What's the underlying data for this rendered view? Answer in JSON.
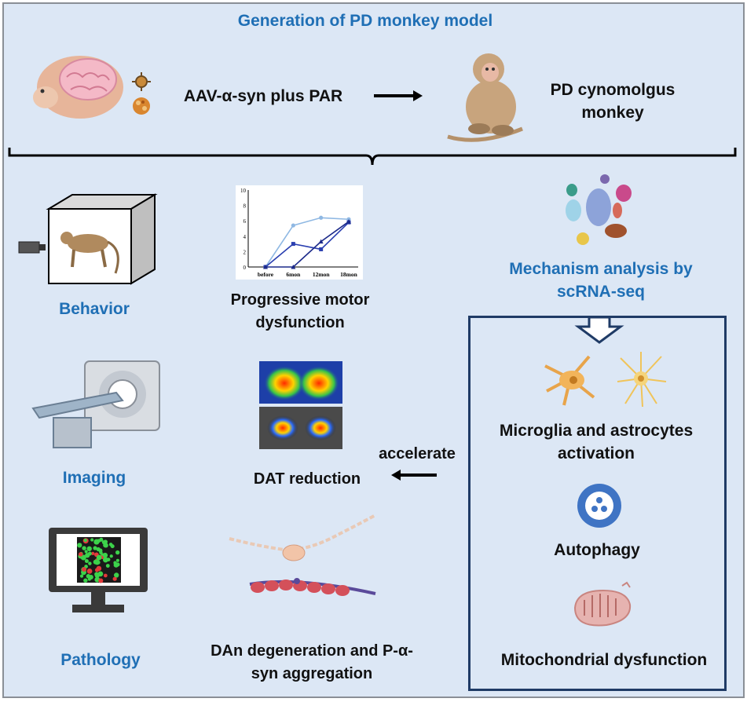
{
  "header": {
    "title": "Generation of PD monkey model"
  },
  "generation": {
    "method": "AAV-α-syn plus PAR",
    "result": "PD cynomolgus monkey"
  },
  "assessments": {
    "behavior": "Behavior",
    "imaging": "Imaging",
    "pathology": "Pathology"
  },
  "findings": {
    "motor": "Progressive motor dysfunction",
    "dat": "DAT reduction",
    "dan": "DAn degeneration and P-α-syn aggregation"
  },
  "mechanism": {
    "title": "Mechanism analysis by scRNA-seq",
    "glia": "Microglia and astrocytes activation",
    "autophagy": "Autophagy",
    "mito": "Mitochondrial dysfunction",
    "accelerate": "accelerate"
  },
  "chart_data": {
    "type": "line",
    "categories": [
      "before",
      "6mon",
      "12mon",
      "18mon"
    ],
    "ylim": [
      0,
      10
    ],
    "yticks": [
      0,
      2,
      4,
      6,
      8,
      10
    ],
    "series": [
      {
        "values": [
          0,
          5.4,
          6.4,
          6.2
        ],
        "color": "#8fb8e3",
        "marker": "circle"
      },
      {
        "values": [
          0,
          3.0,
          2.3,
          5.8
        ],
        "color": "#2a3fb0",
        "marker": "square"
      },
      {
        "values": [
          0,
          0,
          3.3,
          5.9
        ],
        "color": "#1c2a8a",
        "marker": "triangle"
      }
    ]
  },
  "colors": {
    "accent": "#1f6fb5",
    "panel_border": "#1f3b66",
    "background": "#dce7f5"
  }
}
